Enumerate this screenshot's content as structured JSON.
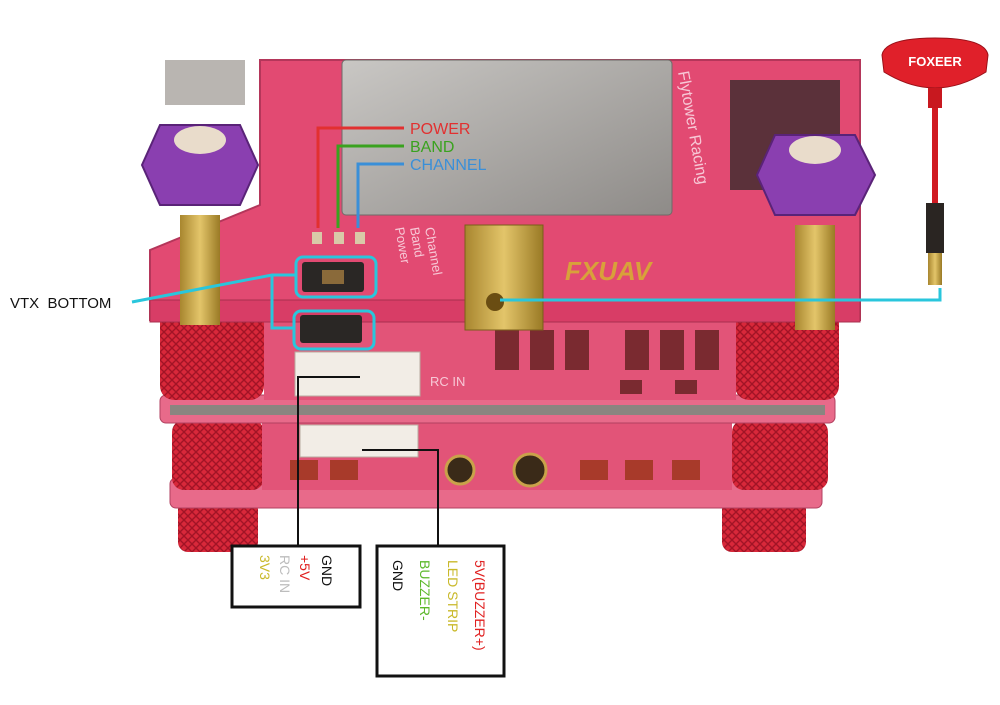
{
  "labels": {
    "power": "POWER",
    "band": "BAND",
    "channel": "CHANNEL",
    "vtx_bottom": "VTX  BOTTOM",
    "antenna_brand": "FOXEER",
    "silk_power": "Power",
    "silk_band": "Band",
    "silk_channel": "Channel",
    "board_brand": "Flytower Racing",
    "board_logo": "FXUAV",
    "rc_in_silk": "RC IN"
  },
  "connector_left": {
    "pins": [
      {
        "label": "3V3",
        "color": "#c9b92a"
      },
      {
        "label": "RC IN",
        "color": "#bdbdbd"
      },
      {
        "label": "+5V",
        "color": "#e02020"
      },
      {
        "label": "GND",
        "color": "#111111"
      }
    ]
  },
  "connector_right": {
    "pins": [
      {
        "label": "GND",
        "color": "#111111"
      },
      {
        "label": "BUZZER-",
        "color": "#5cb82a"
      },
      {
        "label": "LED STRIP",
        "color": "#c9b92a"
      },
      {
        "label": "5V(BUZZER+)",
        "color": "#e02020"
      }
    ]
  },
  "colors": {
    "power": "#e23030",
    "band": "#3aa21f",
    "channel": "#3a8fd8",
    "callout": "#29c6dc",
    "board": "#e24a72",
    "standoff": "#d8283a",
    "nut": "#8a3fb0"
  }
}
